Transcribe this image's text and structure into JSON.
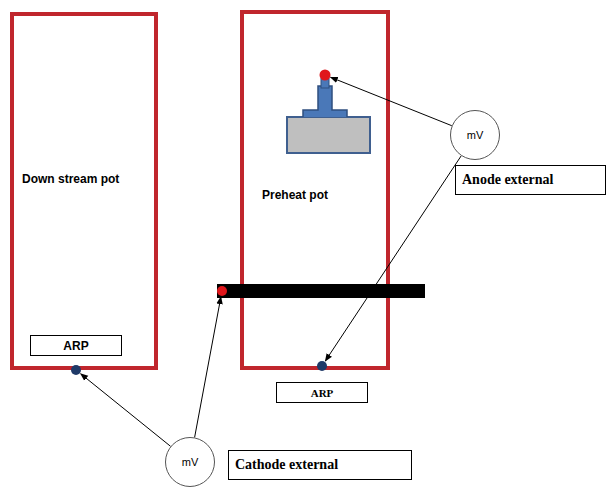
{
  "diagram": {
    "nodes": [
      {
        "text": [
          "Down stream pot"
        ]
      },
      {
        "text": [
          "Preheat pot"
        ]
      },
      {
        "text": [
          "mV"
        ]
      },
      {
        "text": [
          "Anode external"
        ]
      },
      {
        "text": [
          "ARP"
        ],
        "in": 0
      },
      {
        "text": [
          "ARP"
        ]
      },
      {
        "text": [
          "mV"
        ]
      },
      {
        "text": [
          "Cathode external"
        ]
      }
    ],
    "edges": [
      {
        "from": 2,
        "to": 1,
        "arrow": "to"
      },
      {
        "from": 2,
        "to": 1,
        "arrow": "to"
      },
      {
        "from": 6,
        "to": 0,
        "arrow": "to"
      },
      {
        "from": 6,
        "to": 1,
        "arrow": "to"
      }
    ]
  }
}
